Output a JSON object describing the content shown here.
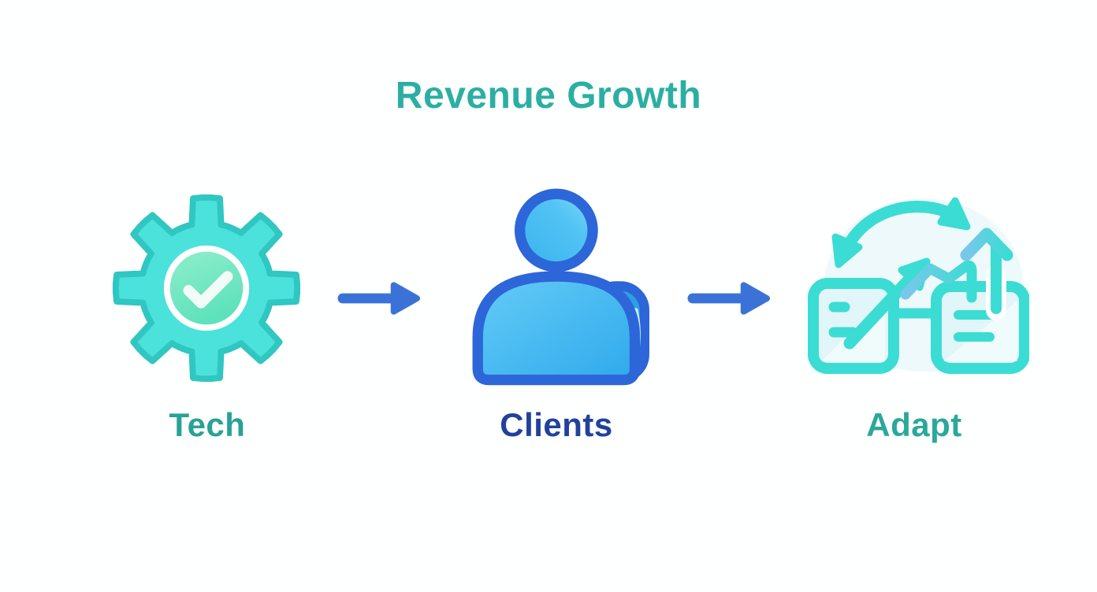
{
  "title": "Revenue Growth",
  "flow": {
    "steps": [
      {
        "id": "tech",
        "label": "Tech",
        "icon": "gear-check-icon",
        "label_color": "#29a296"
      },
      {
        "id": "clients",
        "label": "Clients",
        "icon": "person-icon",
        "label_color": "#21419c"
      },
      {
        "id": "adapt",
        "label": "Adapt",
        "icon": "transform-growth-icon",
        "label_color": "#2aa89b"
      }
    ],
    "connectors": [
      {
        "icon": "arrow-right-icon"
      },
      {
        "icon": "arrow-right-icon"
      }
    ]
  },
  "colors": {
    "background": "#feffff",
    "title_teal": "#2bafa3",
    "flow_arrow_blue": "#3a72d8",
    "gear_cyan": "#4ae2db",
    "gear_outline": "#30c6c1",
    "check_mint_light": "#8feecb",
    "check_mint_deep": "#5de2bb",
    "check_white": "#f2fbf7",
    "person_fill_light": "#64ccf6",
    "person_fill_deep": "#2fa9ec",
    "person_outline_blue": "#2d66d8",
    "person_shade_blue": "#2f9fe3",
    "adapt_teal": "#3bdcd3",
    "adapt_doc_fill": "#e0f6f8",
    "adapt_backdrop": "#eaf8fa",
    "adapt_arrow_sky": "#79c7ea"
  }
}
